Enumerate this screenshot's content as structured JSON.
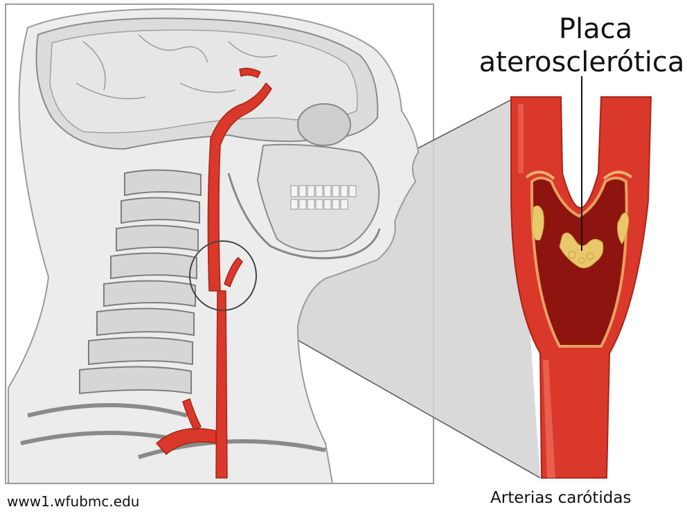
{
  "labels": {
    "plaque_line1": "Placa",
    "plaque_line2": "aterosclerótica",
    "caption": "Arterias carótidas",
    "source": "www1.wfubmc.edu"
  },
  "colors": {
    "artery": "#d9382a",
    "artery_dark": "#a82418",
    "artery_inner": "#8e1410",
    "plaque": "#e8c86a",
    "bone": "#d8d8d8",
    "sketch": "#9a9a9a",
    "zoom_cone": "#c9c9c9"
  }
}
